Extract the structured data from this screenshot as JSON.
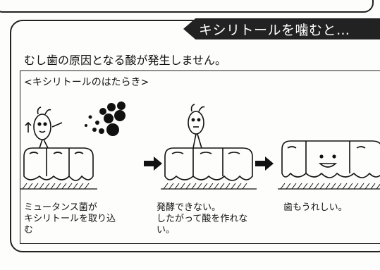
{
  "banner": {
    "text": "キシリトールを噛むと…"
  },
  "lead": "むし歯の原因となる酸が発生しません。",
  "box_title": "<キシリトールのはたらき>",
  "captions": [
    "ミュータンス菌が\nキシリトールを取り込\nむ",
    "発酵できない。\nしたがって酸を作れな\nい。",
    "歯もうれしい。"
  ]
}
